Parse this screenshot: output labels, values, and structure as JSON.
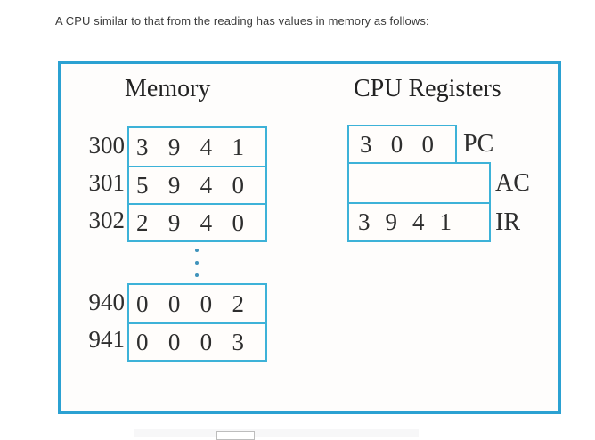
{
  "question": {
    "text": "A CPU similar to that from the reading has values in memory as follows:"
  },
  "diagram": {
    "colors": {
      "outer_border": "#2ba1d2",
      "cell_border": "#3db2d8",
      "dots": "#3f93bb",
      "text": "#2e2e2e"
    },
    "memory": {
      "title": "Memory",
      "upper_rows": [
        {
          "address": "300",
          "digits": [
            "3",
            "9",
            "4",
            "1"
          ]
        },
        {
          "address": "301",
          "digits": [
            "5",
            "9",
            "4",
            "0"
          ]
        },
        {
          "address": "302",
          "digits": [
            "2",
            "9",
            "4",
            "0"
          ]
        }
      ],
      "ellipsis": "vertical-dots",
      "lower_rows": [
        {
          "address": "940",
          "digits": [
            "0",
            "0",
            "0",
            "2"
          ]
        },
        {
          "address": "941",
          "digits": [
            "0",
            "0",
            "0",
            "3"
          ]
        }
      ]
    },
    "registers": {
      "title": "CPU Registers",
      "pc": {
        "label": "PC",
        "digits": [
          "3",
          "0",
          "0"
        ]
      },
      "ac": {
        "label": "AC",
        "digits": []
      },
      "ir": {
        "label": "IR",
        "digits": [
          "3",
          "9",
          "4",
          "1"
        ]
      }
    }
  }
}
